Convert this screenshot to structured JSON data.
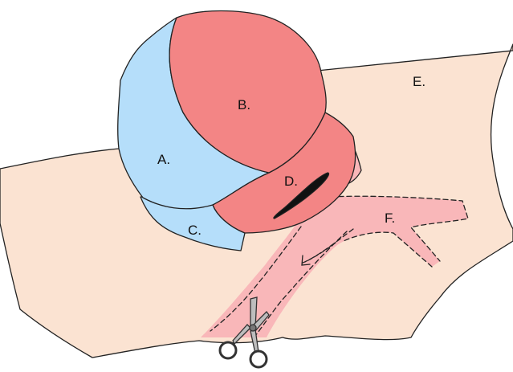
{
  "diagram": {
    "labels": {
      "a": "A.",
      "b": "B.",
      "c": "C.",
      "d": "D.",
      "e": "E.",
      "f": "F."
    },
    "colors": {
      "background_tissue": "#fbe3d2",
      "structure_blue": "#b5defa",
      "structure_red": "#f38585",
      "vessel_pink": "#f9b7b9",
      "outline": "#222222",
      "scissors_metal": "#bdbdbd"
    },
    "icons": [
      "scissors-icon"
    ]
  }
}
